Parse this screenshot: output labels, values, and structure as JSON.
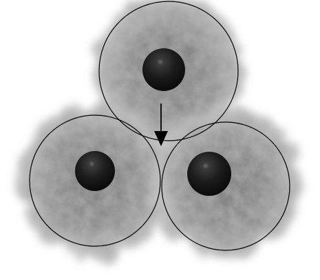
{
  "diagram": {
    "title": "",
    "nodes": [
      {
        "id": "top"
      },
      {
        "id": "left"
      },
      {
        "id": "right"
      }
    ],
    "connections": [
      {
        "from": "top",
        "to": "left-right-overlap",
        "type": "arrow"
      }
    ],
    "colors": {
      "background": "#ffffff",
      "cloud": "#9a9a9a",
      "cloud_dark": "#6e6e6e",
      "circle_stroke": "#000000",
      "nucleus": "#1e1e1e",
      "overlap_lens": "#262626",
      "arrow": "#000000"
    }
  }
}
